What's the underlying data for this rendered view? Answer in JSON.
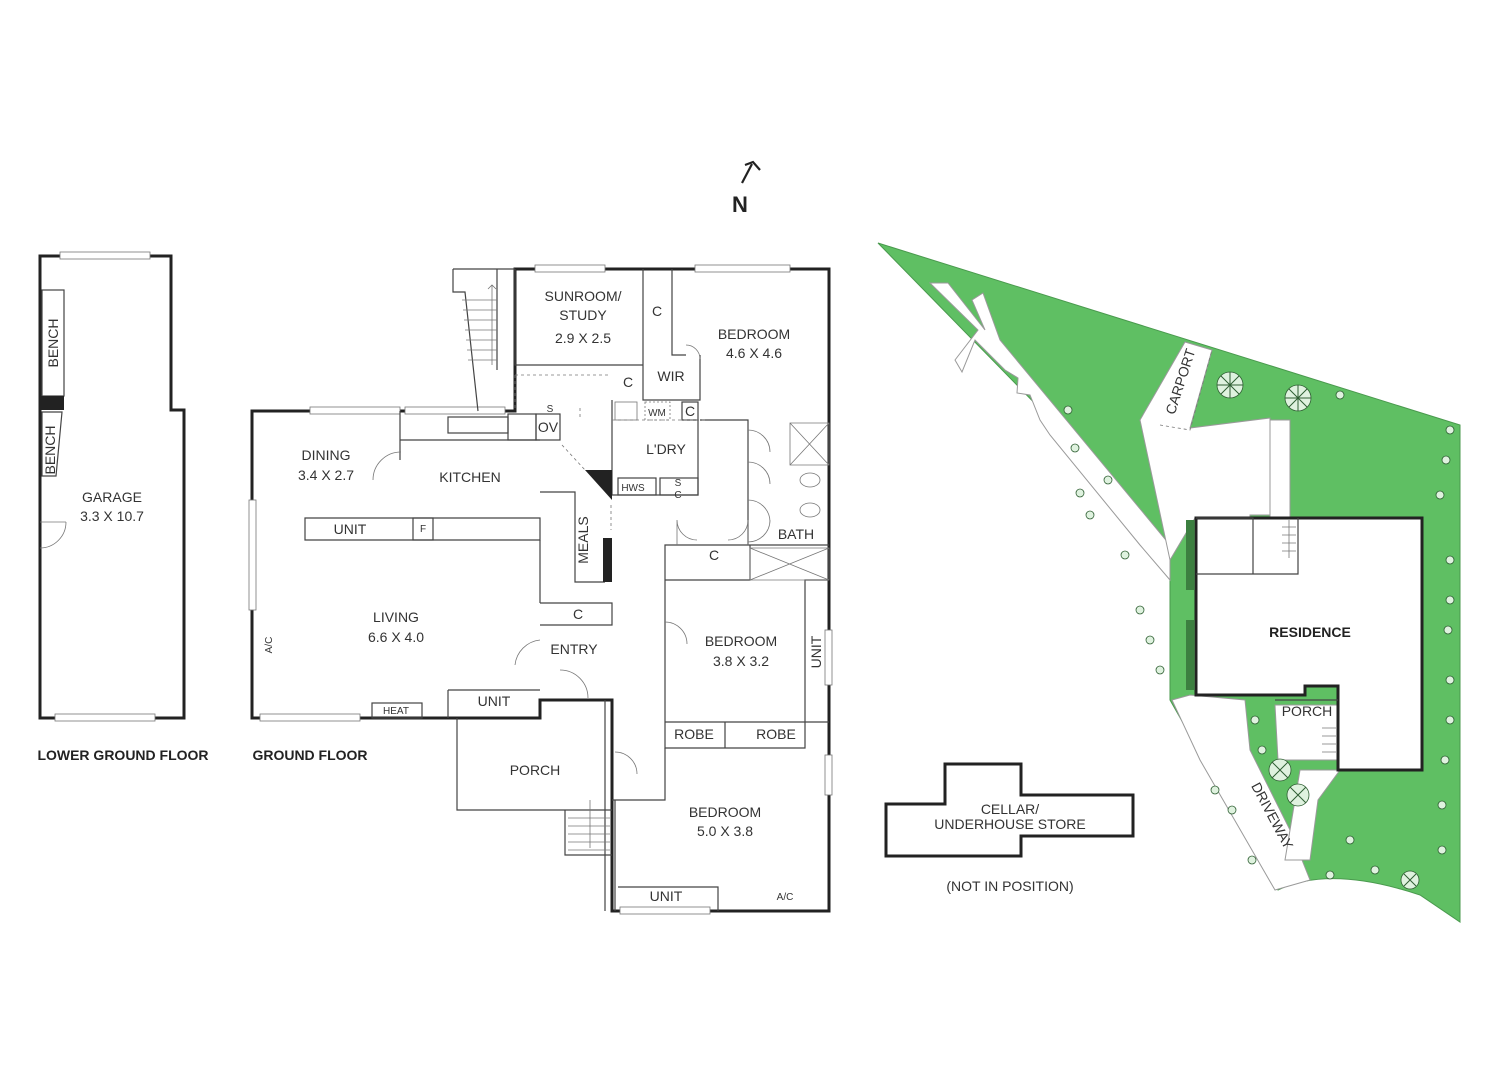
{
  "compass": {
    "label": "N"
  },
  "lower_ground": {
    "title": "LOWER GROUND FLOOR",
    "garage_name": "GARAGE",
    "garage_dims": "3.3 X 10.7",
    "bench_label": "BENCH"
  },
  "ground": {
    "title": "GROUND FLOOR",
    "sunroom_name_1": "SUNROOM/",
    "sunroom_name_2": "STUDY",
    "sunroom_dims": "2.9 X 2.5",
    "bedroom_label": "BEDROOM",
    "bedroom1_dims": "4.6 X 4.6",
    "bedroom2_dims": "3.8 X 3.2",
    "bedroom3_dims": "5.0 X 3.8",
    "dining_name": "DINING",
    "dining_dims": "3.4 X 2.7",
    "kitchen_name": "KITCHEN",
    "living_name": "LIVING",
    "living_dims": "6.6 X 4.0",
    "meals_name": "MEALS",
    "entry_name": "ENTRY",
    "porch_name": "PORCH",
    "laundry_name": "L'DRY",
    "bath_name": "BATH",
    "wir_label": "WIR",
    "robe_label": "ROBE",
    "unit_label": "UNIT",
    "cupboard_label": "C",
    "ov_label": "OV",
    "s_label": "S",
    "wm_label": "WM",
    "hws_label": "HWS",
    "f_label": "F",
    "heat_label": "HEAT",
    "ac_label": "A/C"
  },
  "cellar": {
    "name_1": "CELLAR/",
    "name_2": "UNDERHOUSE STORE",
    "note": "(NOT IN POSITION)"
  },
  "site": {
    "residence_label": "RESIDENCE",
    "carport_label": "CARPORT",
    "porch_label": "PORCH",
    "driveway_label": "DRIVEWAY"
  },
  "colors": {
    "lawn": "#5fbf63",
    "walls": "#222222"
  }
}
